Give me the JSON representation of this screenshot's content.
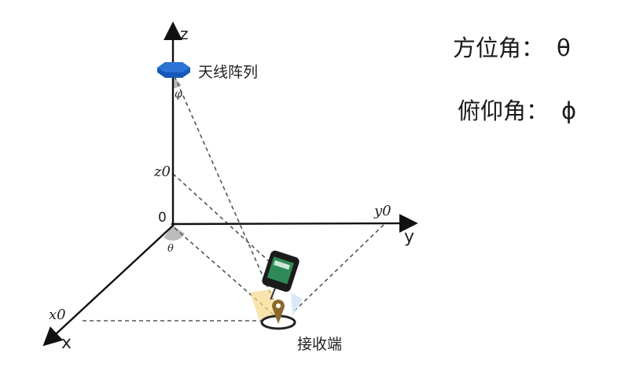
{
  "axes": {
    "z": "z",
    "y": "y",
    "x": "x",
    "origin": "0",
    "z0": "z0",
    "y0": "y0",
    "x0": "x0"
  },
  "angle_symbols": {
    "elevation_mark": "φ",
    "azimuth_mark": "θ"
  },
  "labels": {
    "antenna": "天线阵列",
    "receiver": "接收端"
  },
  "legend": [
    {
      "name": "方位角：",
      "symbol": "θ"
    },
    {
      "name": "俯仰角：",
      "symbol": "ϕ"
    }
  ],
  "colors": {
    "antenna": "#1558b8",
    "axis": "#111111",
    "dashed": "#555555"
  }
}
